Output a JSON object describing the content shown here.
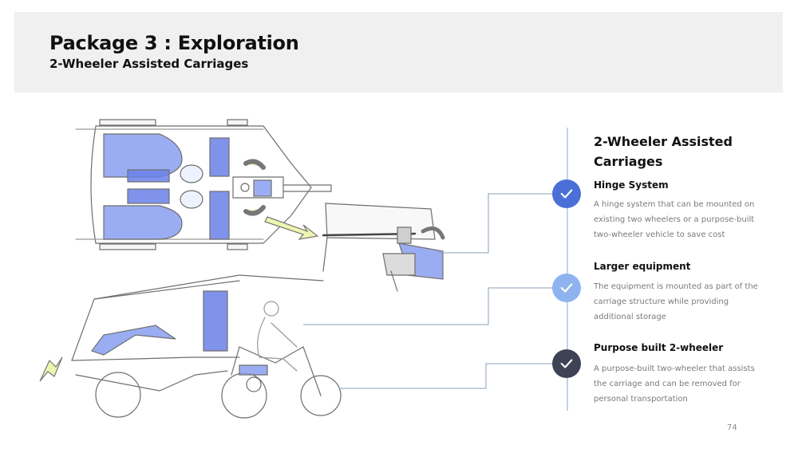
{
  "header": {
    "title": "Package 3 : Exploration",
    "subtitle": "2-Wheeler Assisted Carriages"
  },
  "section": {
    "title": "2-Wheeler Assisted Carriages"
  },
  "features": [
    {
      "heading": "Hinge System",
      "description": "A hinge system that can be mounted on existing two wheelers or a purpose-built two-wheeler vehicle to save cost",
      "marker_color": "#4a6fd6",
      "icon": "check-icon"
    },
    {
      "heading": "Larger equipment",
      "description": "The equipment is mounted as part of the carriage structure while providing additional storage",
      "marker_color": "#8fb3ef",
      "icon": "check-icon"
    },
    {
      "heading": "Purpose built 2-wheeler",
      "description": "A purpose-built two-wheeler that assists the carriage and can be removed for personal transportation",
      "marker_color": "#3d4254",
      "icon": "check-icon"
    }
  ],
  "page_number": "74",
  "colors": {
    "header_band": "#f0f0f0",
    "sketch_fill": "#8a9ff0",
    "arrow_fill": "#eef5b0",
    "connector": "#8a9fb8"
  }
}
